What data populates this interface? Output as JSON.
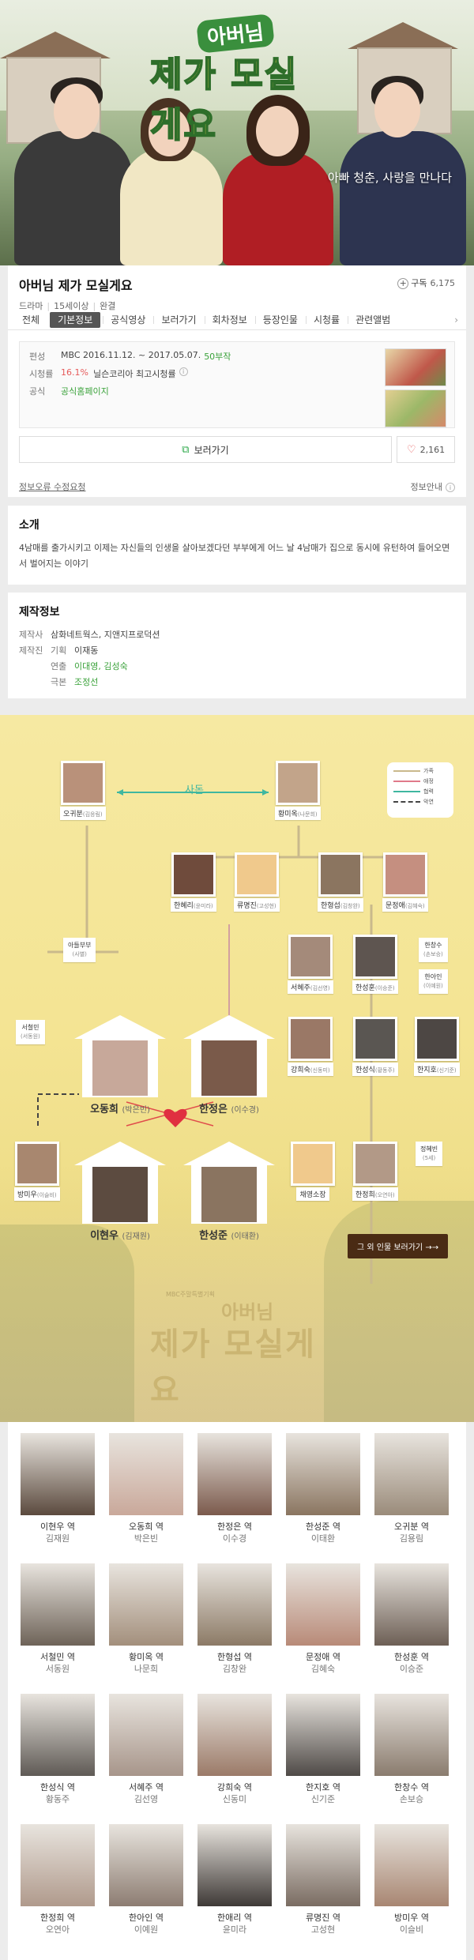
{
  "hero": {
    "logo_top": "아버님",
    "logo_main": "제가 모실게요",
    "tagline": "아빠 청춘, 사랑을 만나다"
  },
  "info": {
    "title": "아버님 제가 모실게요",
    "genre": "드라마",
    "age": "15세이상",
    "status": "완결",
    "subscribe_label": "구독",
    "subscribe_count": "6,175"
  },
  "tabs": [
    "전체",
    "기본정보",
    "공식영상",
    "보러가기",
    "회차정보",
    "등장인물",
    "시청률",
    "관련앨범"
  ],
  "tabs_next": "›",
  "basic": {
    "broadcast_label": "편성",
    "broadcast_value": "MBC  2016.11.12. ~ 2017.05.07.",
    "episodes": "50부작",
    "rating_label": "시청률",
    "rating_value": "16.1%",
    "rating_note": "닐슨코리아 최고시청률",
    "official_label": "공식",
    "official_value": "공식홈페이지",
    "watch_button": "보러가기",
    "likes": "2,161",
    "report_link": "정보오류 수정요청",
    "guide_link": "정보안내"
  },
  "summary": {
    "heading": "소개",
    "text": "4남매를 출가시키고 이제는 자신들의 인생을 살아보겠다던 부부에게 어느 날 4남매가 집으로 동시에 유턴하여 들어오면서 벌어지는 이야기"
  },
  "production": {
    "heading": "제작정보",
    "company_label": "제작사",
    "company_value": "삼화네트웍스, 지앤지프로덕션",
    "staff_label": "제작진",
    "plan_label": "기획",
    "plan_value": "이재동",
    "direct_label": "연출",
    "direct_value": "이대영, 김성숙",
    "script_label": "극본",
    "script_value": "조정선"
  },
  "relmap": {
    "saton": "사돈",
    "legend": [
      "가족",
      "애정",
      "협력",
      "악연"
    ],
    "more_button": "그 외 인물 보러가기 →→",
    "logo_small": "MBC주말특별기획",
    "logo_top": "아버님",
    "logo_main": "제가 모실게요",
    "nodes": [
      {
        "name": "오귀분",
        "role": "(김응림)"
      },
      {
        "name": "황미옥",
        "role": "(나문희)"
      },
      {
        "name": "한혜리",
        "role": "(윤미라)"
      },
      {
        "name": "류명진",
        "role": "(고성현)"
      },
      {
        "name": "한형섭",
        "role": "(김창완)"
      },
      {
        "name": "문정애",
        "role": "(김혜숙)"
      },
      {
        "name": "서혜주",
        "role": "(김선영)"
      },
      {
        "name": "한성훈",
        "role": "(이승준)"
      },
      {
        "name": "강희숙",
        "role": "(신동미)"
      },
      {
        "name": "한성식",
        "role": "(황동주)"
      },
      {
        "name": "한지호",
        "role": "(신기준)"
      },
      {
        "name": "방미우",
        "role": "(이슬비)"
      },
      {
        "name": "채영소장",
        "role": ""
      },
      {
        "name": "한정희",
        "role": "(오연아)"
      }
    ],
    "tags": [
      {
        "name": "아들부부",
        "role": "(사별)"
      },
      {
        "name": "서철민",
        "role": "(서동원)"
      },
      {
        "name": "한창수",
        "role": "(손보승)"
      },
      {
        "name": "한아인",
        "role": "(이예원)"
      },
      {
        "name": "정혜빈",
        "role": "(5세)"
      }
    ],
    "houses": [
      {
        "name": "오동희",
        "role": "(박은빈)"
      },
      {
        "name": "한정은",
        "role": "(이수경)"
      },
      {
        "name": "이현우",
        "role": "(김재원)"
      },
      {
        "name": "한성준",
        "role": "(이태환)"
      }
    ]
  },
  "cast": [
    {
      "role": "이현우 역",
      "actor": "김재원",
      "color": "#5b4a3e"
    },
    {
      "role": "오동희 역",
      "actor": "박은빈",
      "color": "#c9a89a"
    },
    {
      "role": "한정은 역",
      "actor": "이수경",
      "color": "#7b5a4c"
    },
    {
      "role": "한성준 역",
      "actor": "이태환",
      "color": "#8a7560"
    },
    {
      "role": "오귀분 역",
      "actor": "김용림",
      "color": "#9a8b7a"
    },
    {
      "role": "서철민 역",
      "actor": "서동원",
      "color": "#6e6358"
    },
    {
      "role": "황미옥 역",
      "actor": "나문희",
      "color": "#a38f7c"
    },
    {
      "role": "한형섭 역",
      "actor": "김창완",
      "color": "#8c7a66"
    },
    {
      "role": "문정애 역",
      "actor": "김혜숙",
      "color": "#b88a78"
    },
    {
      "role": "한성훈 역",
      "actor": "이승준",
      "color": "#6d5f55"
    },
    {
      "role": "한성식 역",
      "actor": "황동주",
      "color": "#5f5a55"
    },
    {
      "role": "서혜주 역",
      "actor": "김선영",
      "color": "#a7958a"
    },
    {
      "role": "강희숙 역",
      "actor": "신동미",
      "color": "#9b7a68"
    },
    {
      "role": "한지호 역",
      "actor": "신기준",
      "color": "#4f4a47"
    },
    {
      "role": "한창수 역",
      "actor": "손보승",
      "color": "#8a7c6e"
    },
    {
      "role": "한정희 역",
      "actor": "오연아",
      "color": "#b09a8c"
    },
    {
      "role": "한아인 역",
      "actor": "이예원",
      "color": "#8d7d72"
    },
    {
      "role": "한애리 역",
      "actor": "윤미라",
      "color": "#3f3a37"
    },
    {
      "role": "류명진 역",
      "actor": "고성현",
      "color": "#7a6c62"
    },
    {
      "role": "방미우 역",
      "actor": "이슬비",
      "color": "#a88672"
    }
  ]
}
